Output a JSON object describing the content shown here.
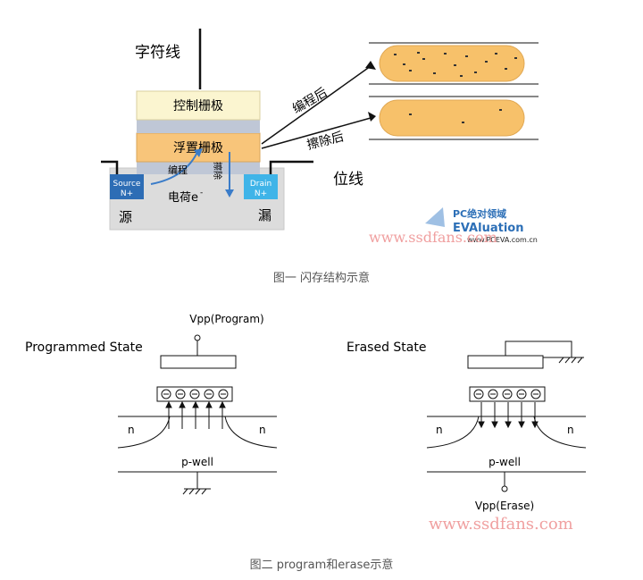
{
  "figure1": {
    "labels": {
      "word_line": "字符线",
      "control_gate": "控制栅极",
      "floating_gate": "浮置栅极",
      "program": "编程",
      "erase": "擦除",
      "source": "Source",
      "source_type": "N+",
      "drain": "Drain",
      "drain_type": "N+",
      "charge": "电荷e",
      "charge_sup": "-",
      "src_zh": "源",
      "drain_zh": "漏",
      "bit_line": "位线",
      "after_program": "编程后",
      "after_erase": "擦除后"
    },
    "logo": {
      "line1": "PC绝对领域",
      "line2": "EVAluation",
      "site": "www.PCEVA.com.cn"
    },
    "watermark": "www.ssdfans.com"
  },
  "caption1": "图一 闪存结构示意",
  "figure2": {
    "programmed": {
      "title": "Programmed State",
      "vpp": "Vpp(Program)",
      "n_left": "n",
      "n_right": "n",
      "pwell": "p-well"
    },
    "erased": {
      "title": "Erased State",
      "vpp": "Vpp(Erase)",
      "n_left": "n",
      "n_right": "n",
      "pwell": "p-well"
    },
    "watermark": "www.ssdfans.com"
  },
  "caption2": "图二 program和erase示意",
  "colors": {
    "control_gate": "#fbf5d0",
    "floating_gate": "#f8c57a",
    "oxide": "#bfc7d6",
    "substrate": "#dcdcdc",
    "source": "#2d6db5",
    "drain": "#3fb4e8",
    "arrow_blue": "#3a7cc9",
    "pill_fill": "#f7c16a",
    "watermark": "#f0a0a0"
  }
}
